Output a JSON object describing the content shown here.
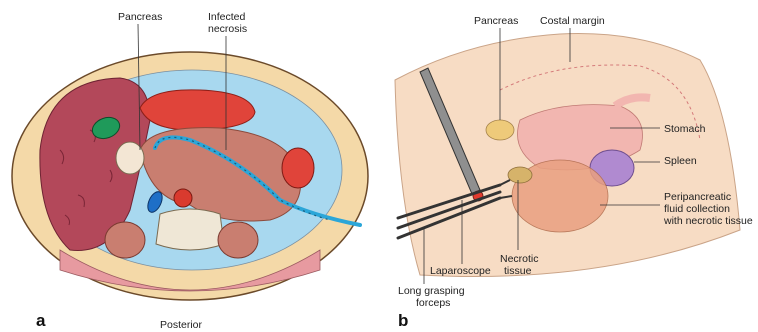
{
  "panel_a": {
    "letter": "a",
    "labels": {
      "pancreas": "Pancreas",
      "infected_necrosis_1": "Infected",
      "infected_necrosis_2": "necrosis",
      "posterior": "Posterior"
    }
  },
  "panel_b": {
    "letter": "b",
    "labels": {
      "pancreas": "Pancreas",
      "costal_margin": "Costal margin",
      "stomach": "Stomach",
      "spleen": "Spleen",
      "fluid_1": "Peripancreatic",
      "fluid_2": "fluid collection",
      "fluid_3": "with necrotic tissue",
      "necrotic_1": "Necrotic",
      "necrotic_2": "tissue",
      "laparoscope": "Laparoscope",
      "forceps_1": "Long grasping",
      "forceps_2": "forceps"
    }
  },
  "colors": {
    "skin": "#f4d9a8",
    "liver": "#b3485a",
    "necrosis": "#d94a3e",
    "fluid": "#a8d8ef",
    "spleen_b": "#b08ad0",
    "drain": "#2ba6d8"
  }
}
